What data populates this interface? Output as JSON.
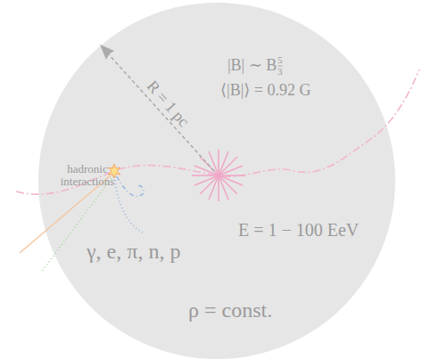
{
  "diagram": {
    "labels": [
      "R = 1 pc",
      "|B| ∼ B",
      "5",
      "3",
      "⟨|B|⟩ = 0.92 G",
      "hadronic interactions",
      "E = 1 − 100 EeV",
      "γ, e, π, n, p",
      "ρ = const."
    ]
  }
}
